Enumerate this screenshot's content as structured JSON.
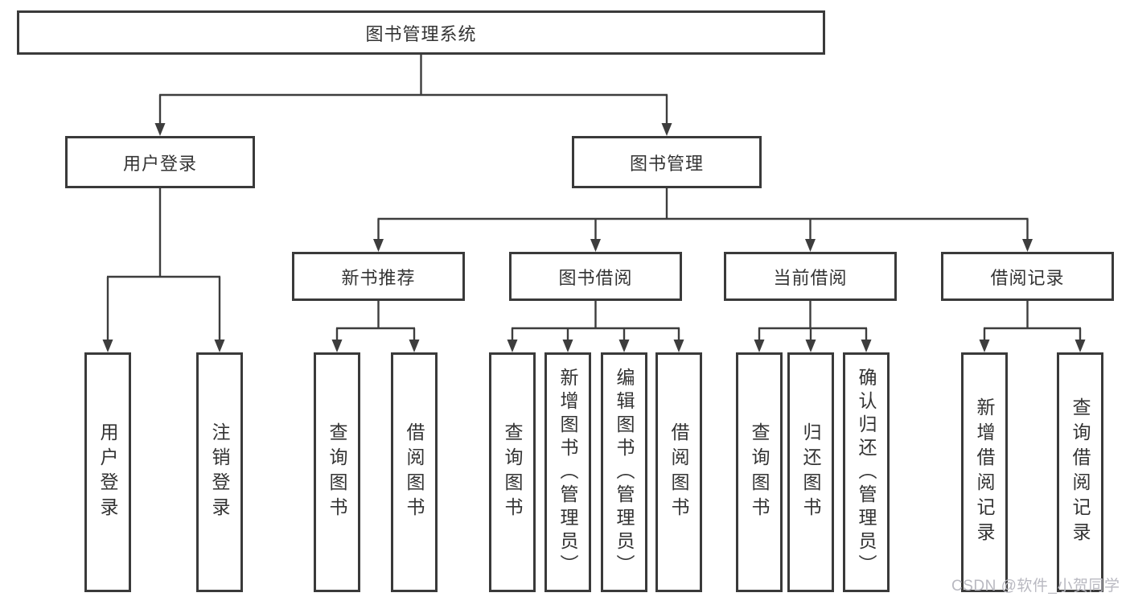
{
  "diagram": {
    "title": "图书管理系统",
    "branches": [
      {
        "label": "用户登录",
        "children": [
          {
            "label": "用户登录"
          },
          {
            "label": "注销登录"
          }
        ]
      },
      {
        "label": "图书管理",
        "children": [
          {
            "label": "新书推荐",
            "children": [
              {
                "label": "查询图书"
              },
              {
                "label": "借阅图书"
              }
            ]
          },
          {
            "label": "图书借阅",
            "children": [
              {
                "label": "查询图书"
              },
              {
                "label": "新增图书（管理员）"
              },
              {
                "label": "编辑图书（管理员）"
              },
              {
                "label": "借阅图书"
              }
            ]
          },
          {
            "label": "当前借阅",
            "children": [
              {
                "label": "查询图书"
              },
              {
                "label": "归还图书"
              },
              {
                "label": "确认归还（管理员）"
              }
            ]
          },
          {
            "label": "借阅记录",
            "children": [
              {
                "label": "新增借阅记录"
              },
              {
                "label": "查询借阅记录"
              }
            ]
          }
        ]
      }
    ]
  },
  "watermark": {
    "text": "CSDN @软件_小贺同学"
  },
  "colors": {
    "box_border": "#3a3a3a",
    "connector": "#3d3d3d",
    "text": "#333333",
    "watermark_text": "#b9b9c1",
    "background": "#ffffff"
  }
}
